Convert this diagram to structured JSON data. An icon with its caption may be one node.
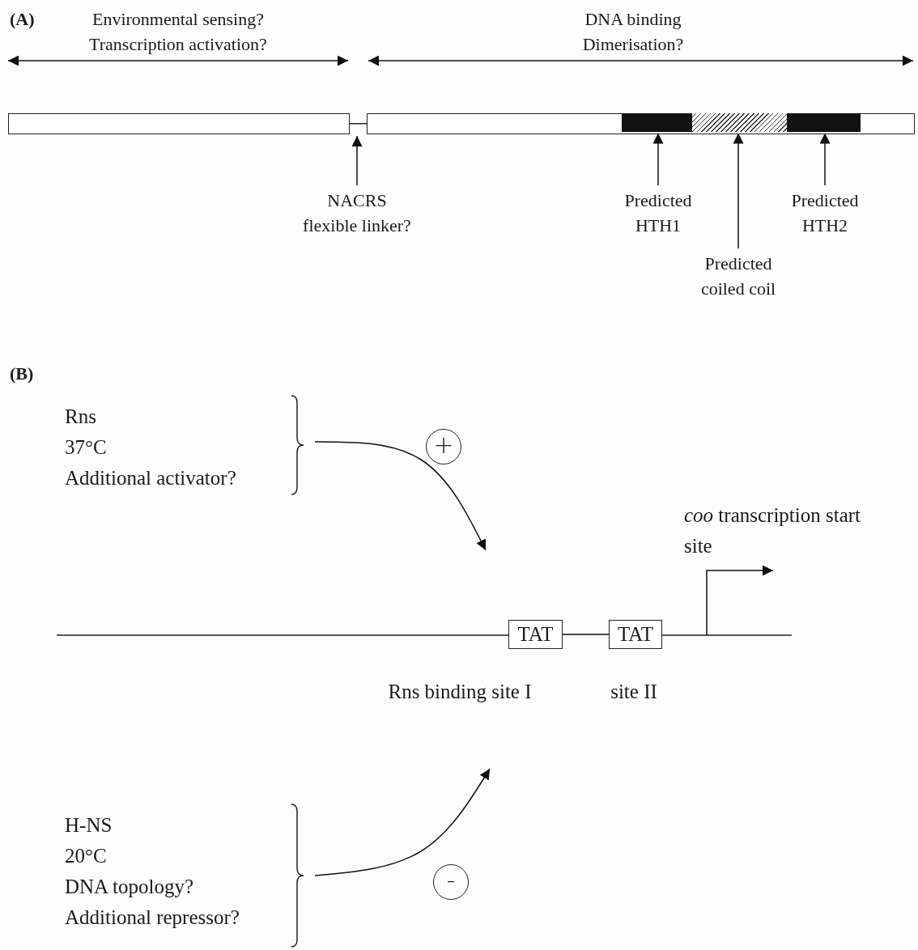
{
  "diagram": {
    "nodes": [
      {
        "text": [],
        "shape": "bar"
      },
      {
        "text": [],
        "shape": "bar"
      },
      {
        "text": [],
        "shape": "bar"
      },
      {
        "text": [],
        "shape": "bar",
        "in": 2
      },
      {
        "text": [],
        "shape": "bar",
        "in": 2
      },
      {
        "text": [],
        "shape": "bar",
        "in": 2
      },
      {
        "text": [
          "NACRS flexible linker?"
        ]
      },
      {
        "text": [
          "Predicted HTH1"
        ]
      },
      {
        "text": [
          "Predicted coiled coil"
        ]
      },
      {
        "text": [
          "Predicted HTH2"
        ]
      },
      {
        "text": [
          "Rns",
          "37°C",
          "Additional activator?"
        ]
      },
      {
        "text": [
          "+"
        ]
      },
      {
        "text": [
          "TAT"
        ]
      },
      {
        "text": [
          "TAT"
        ]
      },
      {
        "text": [
          "H-NS",
          "20°C",
          "DNA topology?",
          "Additional repressor?"
        ]
      },
      {
        "text": [
          "-"
        ]
      }
    ],
    "edges": [
      {
        "from": 6,
        "to": 1,
        "arrow": "to"
      },
      {
        "from": 7,
        "to": 3,
        "arrow": "to"
      },
      {
        "from": 8,
        "to": 4,
        "arrow": "to"
      },
      {
        "from": 9,
        "to": 5,
        "arrow": "to"
      },
      {
        "from": 10,
        "to": null,
        "arrow": "to"
      },
      {
        "from": 12,
        "to": 13,
        "arrow": "none"
      },
      {
        "from": 14,
        "to": null,
        "arrow": "to"
      }
    ],
    "labels": [
      "(A)",
      "Environmental sensing? Transcription activation?",
      "DNA binding Dimerisation?",
      "(B)",
      "*coo* transcription start site",
      "Rns binding site I",
      "site II"
    ]
  }
}
